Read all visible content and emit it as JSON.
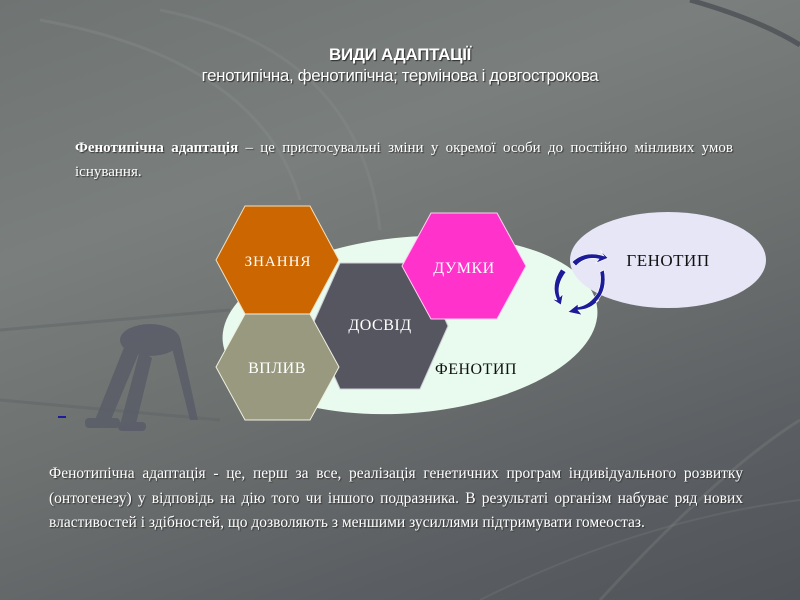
{
  "title": {
    "main": "ВИДИ АДАПТАЦІЇ",
    "sub": "генотипічна, фенотипічна; термінова і довгострокова"
  },
  "definition": {
    "term": "Фенотипічна адаптація",
    "text": " – це пристосувальні зміни у окремої особи до постійно мінливих умов існування."
  },
  "diagram": {
    "hexagons": [
      {
        "label": "ЗНАННЯ",
        "color": "#cc6600"
      },
      {
        "label": "ДУМКИ",
        "color": "#ff33cc"
      },
      {
        "label": "ДОСВІД",
        "color": "#565661"
      },
      {
        "label": "ВПЛИВ",
        "color": "#999980"
      }
    ],
    "phenotype_ellipse": {
      "label": "ФЕНОТИП",
      "color": "#e8fbee"
    },
    "genotype_ellipse": {
      "label": "ГЕНОТИП",
      "color": "#e6e6f7"
    },
    "cycle_arrows_color": "#1c1c99"
  },
  "bottom_paragraph": "Фенотипічна адаптація - це, перш за все, реалізація генетичних програм індивідуального розвитку (онтогенезу) у відповідь на дію того чи іншого подразника. В результаті організм набуває ряд нових властивостей і здібностей, що дозволяють з меншими зусиллями підтримувати гомеостаз."
}
